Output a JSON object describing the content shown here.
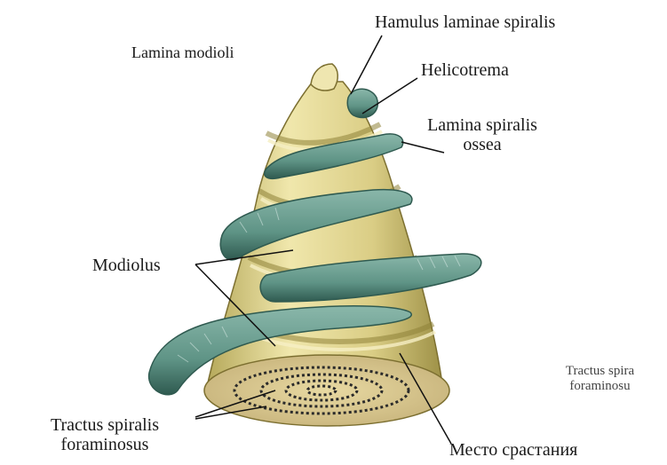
{
  "labels": {
    "lamina_modioli": "Lamina modioli",
    "hamulus": "Hamulus laminae spiralis",
    "helicotrema": "Helicotrema",
    "lamina_spiralis_line1": "Lamina spiralis",
    "lamina_spiralis_line2": "ossea",
    "modiolus": "Modiolus",
    "tractus_line1": "Tractus spiralis",
    "tractus_line2": "foraminosus",
    "mesto": "Место срастания",
    "tractus_right_line1": "Tractus spira",
    "tractus_right_line2": "foraminosu"
  },
  "colors": {
    "bone": "#ddd28a",
    "bone_dark": "#a89a4c",
    "lamina_green": "#5f9486",
    "lamina_green_dark": "#2f5a50",
    "leader": "#111111"
  }
}
